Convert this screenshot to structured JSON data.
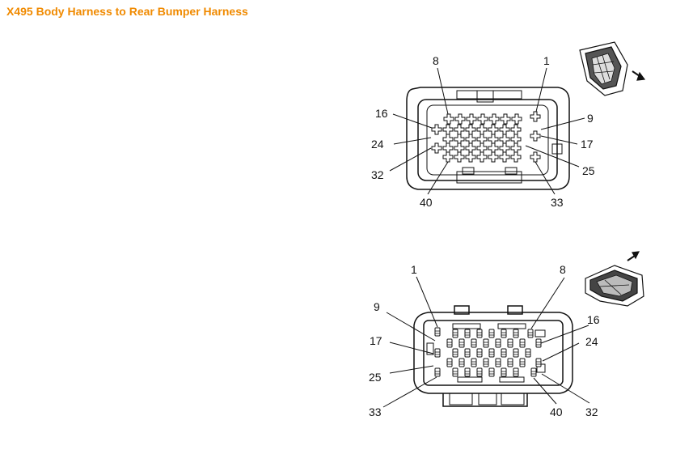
{
  "title": "X495 Body Harness to Rear Bumper Harness",
  "colors": {
    "title": "#f08a00",
    "line": "#111111"
  },
  "female_connector": {
    "pin_labels": [
      "8",
      "1",
      "16",
      "9",
      "24",
      "17",
      "32",
      "25",
      "40",
      "33"
    ]
  },
  "male_connector": {
    "pin_labels": [
      "1",
      "8",
      "9",
      "16",
      "17",
      "24",
      "25",
      "32",
      "33",
      "40"
    ]
  }
}
